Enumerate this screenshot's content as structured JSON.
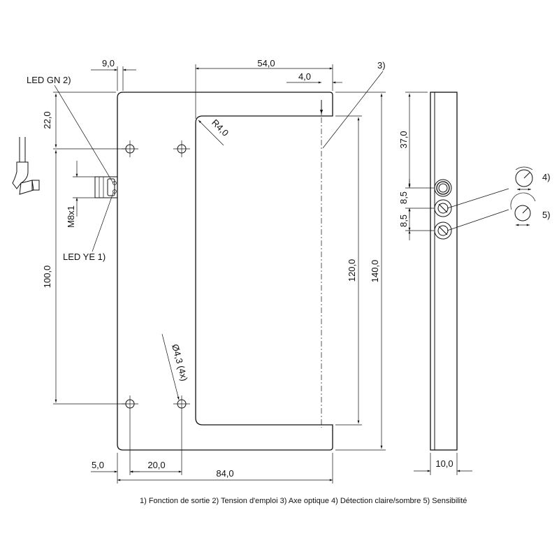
{
  "dimensions": {
    "d_9": "9,0",
    "d_54": "54,0",
    "d_4": "4,0",
    "d_22": "22,0",
    "d_r4": "R4,0",
    "d_100": "100,0",
    "d_120": "120,0",
    "d_140": "140,0",
    "d_hole": "Ø4,3  (4x)",
    "d_5": "5,0",
    "d_20": "20,0",
    "d_84": "84,0",
    "d_37": "37,0",
    "d_85a": "8,5",
    "d_85b": "8,5",
    "d_10": "10,0",
    "d_m8": "M8x1"
  },
  "callouts": {
    "led_gn": "LED GN 2)",
    "led_ye": "LED YE 1)",
    "c3": "3)",
    "c4": "4)",
    "c5": "5)"
  },
  "legend": {
    "text": "1) Fonction de sortie  2) Tension d'emploi  3) Axe optique  4) Détection claire/sombre  5) Sensibilité"
  }
}
